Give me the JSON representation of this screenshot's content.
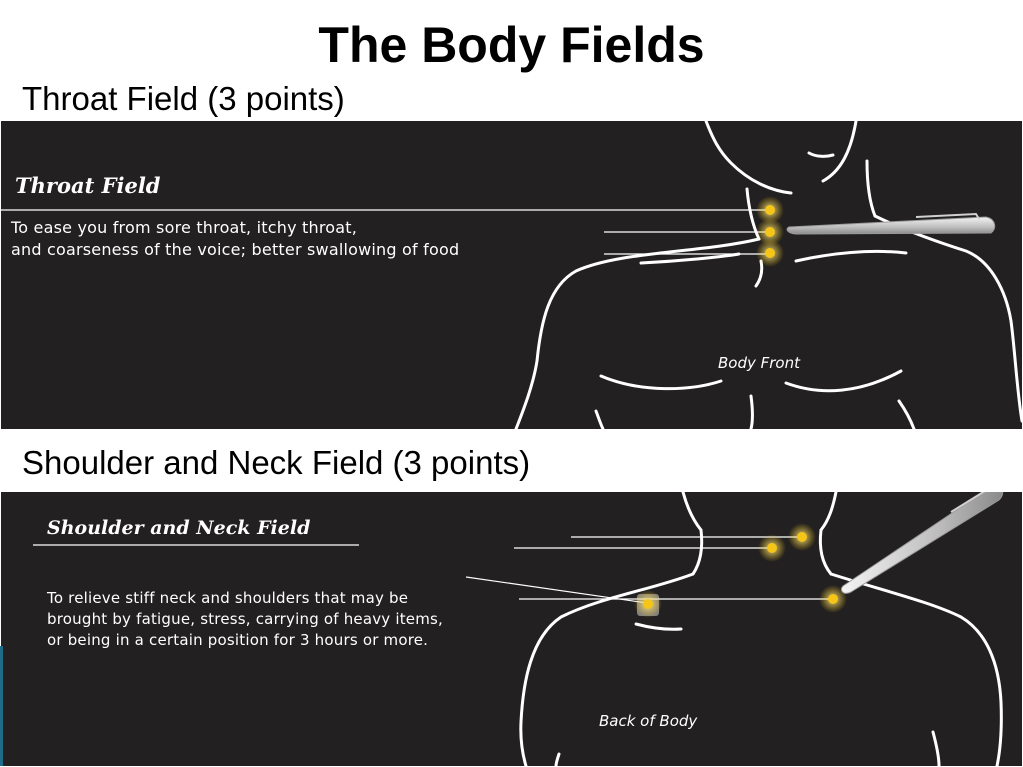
{
  "title": "The Body Fields",
  "sections": [
    {
      "heading": "Throat Field (3 points)",
      "panel_title": "Throat  Field",
      "description_lines": [
        "To ease you from sore throat, itchy throat,",
        "and coarseness of the voice; better swallowing of food"
      ],
      "caption": "Body Front"
    },
    {
      "heading": "Shoulder and Neck Field (3 points)",
      "panel_title": "Shoulder and Neck Field",
      "description_lines": [
        "To relieve stiff neck and shoulders that may be",
        "brought by fatigue, stress, carrying of heavy items,",
        "or being in a certain position for 3 hours or more."
      ],
      "caption": "Back of Body"
    }
  ],
  "colors": {
    "panel_background": "#222020",
    "point_color": "#f5c518",
    "line_color": "#ffffff"
  }
}
